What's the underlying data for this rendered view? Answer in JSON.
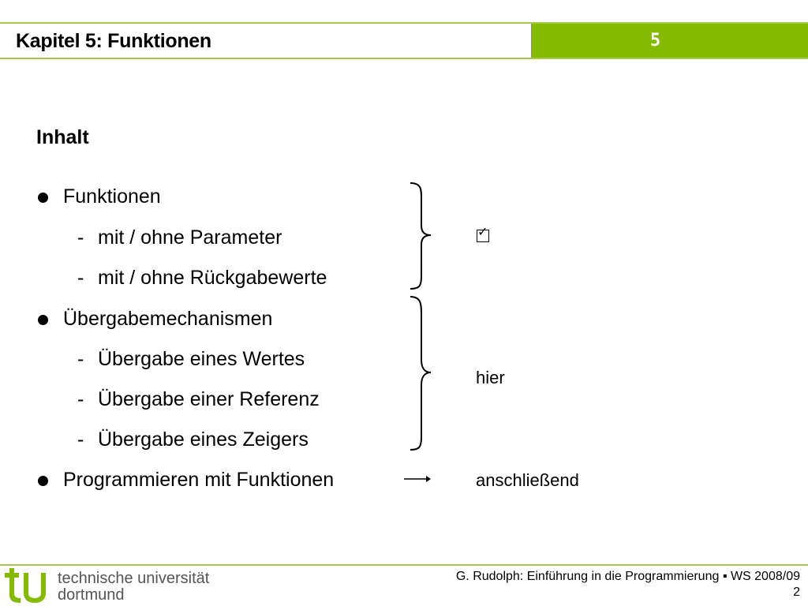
{
  "header": {
    "chapter_title": "Kapitel 5: Funktionen",
    "chapter_number": "5",
    "accent_color": "#84bb00"
  },
  "content": {
    "section_title": "Inhalt",
    "items": [
      {
        "level": 1,
        "text": "Funktionen"
      },
      {
        "level": 2,
        "text": "mit / ohne Parameter"
      },
      {
        "level": 2,
        "text": "mit / ohne Rückgabewerte"
      },
      {
        "level": 1,
        "text": "Übergabemechanismen"
      },
      {
        "level": 2,
        "text": "Übergabe eines Wertes"
      },
      {
        "level": 2,
        "text": "Übergabe einer Referenz"
      },
      {
        "level": 2,
        "text": "Übergabe eines Zeigers"
      },
      {
        "level": 1,
        "text": "Programmieren mit Funktionen"
      }
    ],
    "dash": "-",
    "annotations": {
      "first_group_icon": "checkbox-checked-icon",
      "second_group_label": "hier",
      "third_item_label": "anschließend"
    }
  },
  "footer": {
    "credit": "G. Rudolph: Einführung in die Programmierung ▪ WS 2008/09",
    "page_number": "2",
    "logo_line1": "technische universität",
    "logo_line2": "dortmund"
  }
}
